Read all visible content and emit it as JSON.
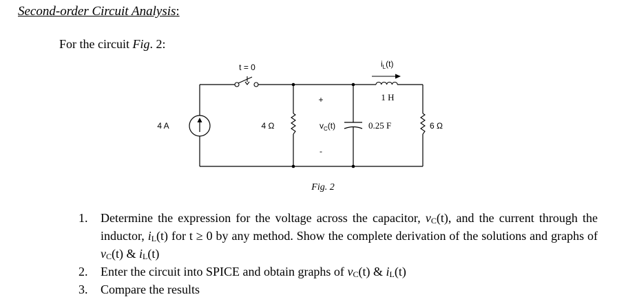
{
  "heading": {
    "text": "Second-order Circuit Analysis",
    "suffix": ":"
  },
  "intro": {
    "prefix": "For the circuit ",
    "fig_ref": "Fig",
    "fig_ref_num": ". 2:"
  },
  "circuit": {
    "switch_label": "t = 0",
    "current_source": "4 A",
    "resistor_1": "4 Ω",
    "capacitor_voltage_v": "v",
    "capacitor_voltage_sub": "C",
    "capacitor_voltage_arg": "(t)",
    "plus_sign": "+",
    "minus_sign": "-",
    "capacitor": "0.25 F",
    "inductor_current_i": "i",
    "inductor_current_sub": "L",
    "inductor_current_arg": "(t)",
    "inductor": "1 H",
    "resistor_2": "6 Ω",
    "caption": "Fig. 2"
  },
  "tasks": [
    {
      "num": "1.",
      "t1": "Determine the expression for the voltage across the capacitor, ",
      "vc_v": "v",
      "vc_sub": "C",
      "vc_arg": "(t)",
      "t2": ", and the current through the inductor, ",
      "il_i": "i",
      "il_sub": "L",
      "il_arg": "(t)",
      "t3": " for ",
      "cond": "t ≥ 0",
      "t4": " by any method.  Show the complete derivation of the solutions and graphs of ",
      "vc2_v": "v",
      "vc2_sub": "C",
      "vc2_arg": "(t)",
      "t5": " & ",
      "il2_i": "i",
      "il2_sub": "L",
      "il2_arg": "(t)"
    },
    {
      "num": "2.",
      "t1": "Enter the circuit into SPICE and obtain graphs of ",
      "vc_v": "v",
      "vc_sub": "C",
      "vc_arg": "(t)",
      "t2": " & ",
      "il_i": "i",
      "il_sub": "L",
      "il_arg": "(t)"
    },
    {
      "num": "3.",
      "t1": "Compare the results"
    }
  ]
}
